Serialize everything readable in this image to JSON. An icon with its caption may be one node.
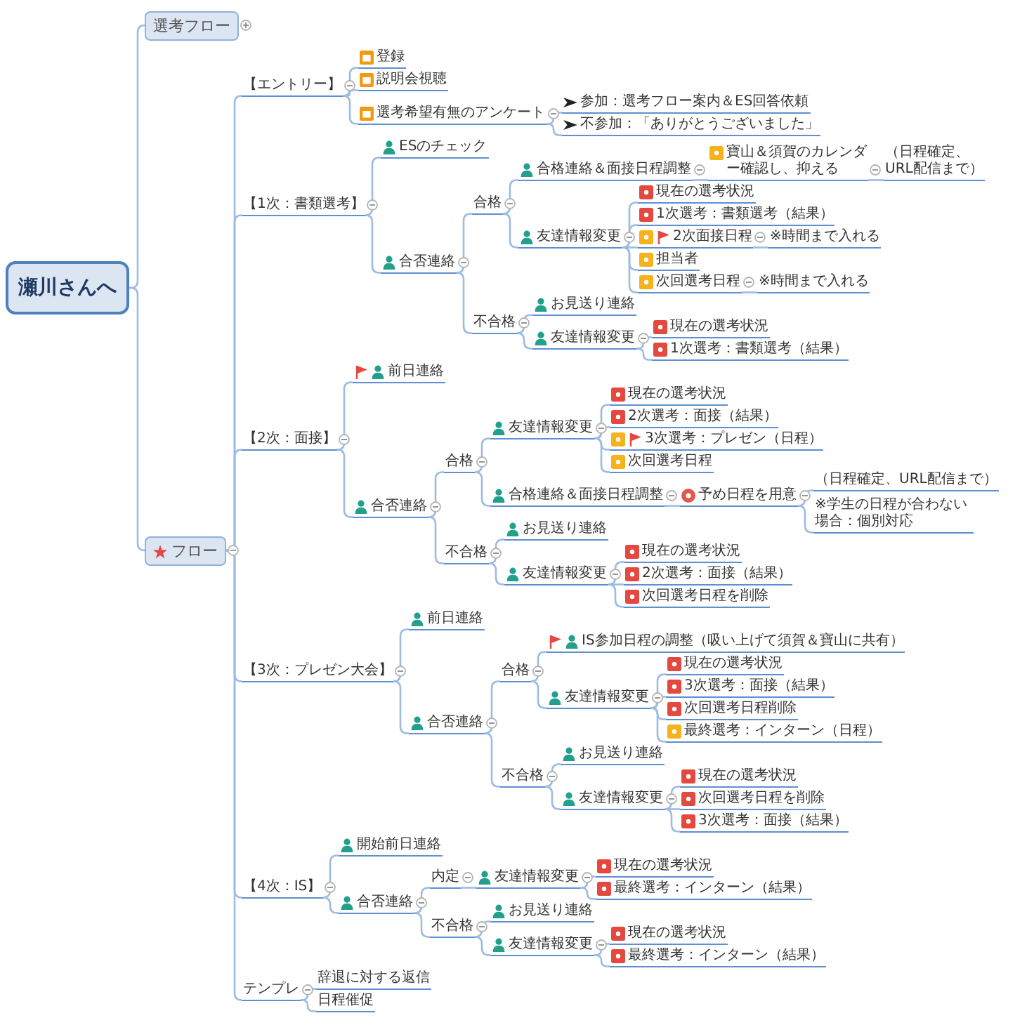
{
  "diagram": {
    "nodes": [
      {
        "text": [
          "瀬川さんへ"
        ]
      },
      {
        "text": [
          "選考フロー"
        ]
      },
      {
        "text": [
          "フロー"
        ]
      },
      {
        "text": [
          "【エントリー】"
        ]
      },
      {
        "text": [
          "登録"
        ]
      },
      {
        "text": [
          "説明会視聴"
        ]
      },
      {
        "text": [
          "選考希望有無のアンケート"
        ]
      },
      {
        "text": [
          "参加：選考フロー案内＆ES回答依頼"
        ]
      },
      {
        "text": [
          "不参加：「ありがとうございました」"
        ]
      },
      {
        "text": [
          "【1次：書類選考】"
        ]
      },
      {
        "text": [
          "ESのチェック"
        ]
      },
      {
        "text": [
          "合否連絡"
        ]
      },
      {
        "text": [
          "合格"
        ]
      },
      {
        "text": [
          "合格連絡＆面接日程調整"
        ]
      },
      {
        "text": [
          "寶山＆須賀のカレンダー確認し、抑える"
        ]
      },
      {
        "text": [
          "（日程確定、URL配信まで）"
        ]
      },
      {
        "text": [
          "友達情報変更"
        ]
      },
      {
        "text": [
          "現在の選考状況"
        ]
      },
      {
        "text": [
          "1次選考：書類選考（結果）"
        ]
      },
      {
        "text": [
          "2次面接日程"
        ]
      },
      {
        "text": [
          "※時間まで入れる"
        ]
      },
      {
        "text": [
          "担当者"
        ]
      },
      {
        "text": [
          "次回選考日程"
        ]
      },
      {
        "text": [
          "※時間まで入れる"
        ]
      },
      {
        "text": [
          "不合格"
        ]
      },
      {
        "text": [
          "お見送り連絡"
        ]
      },
      {
        "text": [
          "友達情報変更"
        ]
      },
      {
        "text": [
          "現在の選考状況"
        ]
      },
      {
        "text": [
          "1次選考：書類選考（結果）"
        ]
      },
      {
        "text": [
          "【2次：面接】"
        ]
      },
      {
        "text": [
          "前日連絡"
        ]
      },
      {
        "text": [
          "合否連絡"
        ]
      },
      {
        "text": [
          "合格"
        ]
      },
      {
        "text": [
          "友達情報変更"
        ]
      },
      {
        "text": [
          "現在の選考状況"
        ]
      },
      {
        "text": [
          "2次選考：面接（結果）"
        ]
      },
      {
        "text": [
          "3次選考：プレゼン（日程）"
        ]
      },
      {
        "text": [
          "次回選考日程"
        ]
      },
      {
        "text": [
          "合格連絡＆面接日程調整"
        ]
      },
      {
        "text": [
          "予め日程を用意"
        ]
      },
      {
        "text": [
          "（日程確定、URL配信まで）"
        ]
      },
      {
        "text": [
          "※学生の日程が合わない場合：個別対応"
        ]
      },
      {
        "text": [
          "不合格"
        ]
      },
      {
        "text": [
          "お見送り連絡"
        ]
      },
      {
        "text": [
          "友達情報変更"
        ]
      },
      {
        "text": [
          "現在の選考状況"
        ]
      },
      {
        "text": [
          "2次選考：面接（結果）"
        ]
      },
      {
        "text": [
          "次回選考日程を削除"
        ]
      },
      {
        "text": [
          "【3次：プレゼン大会】"
        ]
      },
      {
        "text": [
          "前日連絡"
        ]
      },
      {
        "text": [
          "合否連絡"
        ]
      },
      {
        "text": [
          "合格"
        ]
      },
      {
        "text": [
          "IS参加日程の調整（吸い上げて須賀＆寶山に共有）"
        ]
      },
      {
        "text": [
          "友達情報変更"
        ]
      },
      {
        "text": [
          "現在の選考状況"
        ]
      },
      {
        "text": [
          "3次選考：面接（結果）"
        ]
      },
      {
        "text": [
          "次回選考日程削除"
        ]
      },
      {
        "text": [
          "最終選考：インターン（日程）"
        ]
      },
      {
        "text": [
          "不合格"
        ]
      },
      {
        "text": [
          "お見送り連絡"
        ]
      },
      {
        "text": [
          "友達情報変更"
        ]
      },
      {
        "text": [
          "現在の選考状況"
        ]
      },
      {
        "text": [
          "次回選考日程を削除"
        ]
      },
      {
        "text": [
          "3次選考：面接（結果）"
        ]
      },
      {
        "text": [
          "【4次：IS】"
        ]
      },
      {
        "text": [
          "開始前日連絡"
        ]
      },
      {
        "text": [
          "合否連絡"
        ]
      },
      {
        "text": [
          "内定"
        ]
      },
      {
        "text": [
          "友達情報変更"
        ]
      },
      {
        "text": [
          "現在の選考状況"
        ]
      },
      {
        "text": [
          "最終選考：インターン（結果）"
        ]
      },
      {
        "text": [
          "不合格"
        ]
      },
      {
        "text": [
          "お見送り連絡"
        ]
      },
      {
        "text": [
          "友達情報変更"
        ]
      },
      {
        "text": [
          "現在の選考状況"
        ]
      },
      {
        "text": [
          "最終選考：インターン（結果）"
        ]
      },
      {
        "text": [
          "テンプレ"
        ]
      },
      {
        "text": [
          "辞退に対する返信"
        ]
      },
      {
        "text": [
          "日程催促"
        ]
      }
    ],
    "edges": [
      {
        "from": 0,
        "to": 1,
        "arrow": "none"
      },
      {
        "from": 0,
        "to": 2,
        "arrow": "none"
      },
      {
        "from": 2,
        "to": 3,
        "arrow": "none"
      },
      {
        "from": 2,
        "to": 9,
        "arrow": "none"
      },
      {
        "from": 2,
        "to": 29,
        "arrow": "none"
      },
      {
        "from": 2,
        "to": 48,
        "arrow": "none"
      },
      {
        "from": 2,
        "to": 64,
        "arrow": "none"
      },
      {
        "from": 2,
        "to": 76,
        "arrow": "none"
      },
      {
        "from": 3,
        "to": 4,
        "arrow": "none"
      },
      {
        "from": 3,
        "to": 5,
        "arrow": "none"
      },
      {
        "from": 3,
        "to": 6,
        "arrow": "none"
      },
      {
        "from": 6,
        "to": 7,
        "arrow": "none"
      },
      {
        "from": 6,
        "to": 8,
        "arrow": "none"
      },
      {
        "from": 9,
        "to": 10,
        "arrow": "none"
      },
      {
        "from": 9,
        "to": 11,
        "arrow": "none"
      },
      {
        "from": 11,
        "to": 12,
        "arrow": "none"
      },
      {
        "from": 12,
        "to": 13,
        "arrow": "none"
      },
      {
        "from": 13,
        "to": 14,
        "arrow": "none"
      },
      {
        "from": 14,
        "to": 15,
        "arrow": "none"
      },
      {
        "from": 12,
        "to": 16,
        "arrow": "none"
      },
      {
        "from": 16,
        "to": 17,
        "arrow": "none"
      },
      {
        "from": 16,
        "to": 18,
        "arrow": "none"
      },
      {
        "from": 16,
        "to": 19,
        "arrow": "none"
      },
      {
        "from": 19,
        "to": 20,
        "arrow": "none"
      },
      {
        "from": 16,
        "to": 21,
        "arrow": "none"
      },
      {
        "from": 16,
        "to": 22,
        "arrow": "none"
      },
      {
        "from": 22,
        "to": 23,
        "arrow": "none"
      },
      {
        "from": 11,
        "to": 24,
        "arrow": "none"
      },
      {
        "from": 24,
        "to": 25,
        "arrow": "none"
      },
      {
        "from": 24,
        "to": 26,
        "arrow": "none"
      },
      {
        "from": 26,
        "to": 27,
        "arrow": "none"
      },
      {
        "from": 26,
        "to": 28,
        "arrow": "none"
      },
      {
        "from": 29,
        "to": 30,
        "arrow": "none"
      },
      {
        "from": 29,
        "to": 31,
        "arrow": "none"
      },
      {
        "from": 31,
        "to": 32,
        "arrow": "none"
      },
      {
        "from": 32,
        "to": 33,
        "arrow": "none"
      },
      {
        "from": 33,
        "to": 34,
        "arrow": "none"
      },
      {
        "from": 33,
        "to": 35,
        "arrow": "none"
      },
      {
        "from": 33,
        "to": 36,
        "arrow": "none"
      },
      {
        "from": 33,
        "to": 37,
        "arrow": "none"
      },
      {
        "from": 32,
        "to": 38,
        "arrow": "none"
      },
      {
        "from": 38,
        "to": 39,
        "arrow": "none"
      },
      {
        "from": 39,
        "to": 40,
        "arrow": "none"
      },
      {
        "from": 39,
        "to": 41,
        "arrow": "none"
      },
      {
        "from": 31,
        "to": 42,
        "arrow": "none"
      },
      {
        "from": 42,
        "to": 43,
        "arrow": "none"
      },
      {
        "from": 42,
        "to": 44,
        "arrow": "none"
      },
      {
        "from": 44,
        "to": 45,
        "arrow": "none"
      },
      {
        "from": 44,
        "to": 46,
        "arrow": "none"
      },
      {
        "from": 44,
        "to": 47,
        "arrow": "none"
      },
      {
        "from": 48,
        "to": 49,
        "arrow": "none"
      },
      {
        "from": 48,
        "to": 50,
        "arrow": "none"
      },
      {
        "from": 50,
        "to": 51,
        "arrow": "none"
      },
      {
        "from": 51,
        "to": 52,
        "arrow": "none"
      },
      {
        "from": 51,
        "to": 53,
        "arrow": "none"
      },
      {
        "from": 53,
        "to": 54,
        "arrow": "none"
      },
      {
        "from": 53,
        "to": 55,
        "arrow": "none"
      },
      {
        "from": 53,
        "to": 56,
        "arrow": "none"
      },
      {
        "from": 53,
        "to": 57,
        "arrow": "none"
      },
      {
        "from": 50,
        "to": 58,
        "arrow": "none"
      },
      {
        "from": 58,
        "to": 59,
        "arrow": "none"
      },
      {
        "from": 58,
        "to": 60,
        "arrow": "none"
      },
      {
        "from": 60,
        "to": 61,
        "arrow": "none"
      },
      {
        "from": 60,
        "to": 62,
        "arrow": "none"
      },
      {
        "from": 60,
        "to": 63,
        "arrow": "none"
      },
      {
        "from": 64,
        "to": 65,
        "arrow": "none"
      },
      {
        "from": 64,
        "to": 66,
        "arrow": "none"
      },
      {
        "from": 66,
        "to": 67,
        "arrow": "none"
      },
      {
        "from": 67,
        "to": 68,
        "arrow": "none"
      },
      {
        "from": 68,
        "to": 69,
        "arrow": "none"
      },
      {
        "from": 68,
        "to": 70,
        "arrow": "none"
      },
      {
        "from": 66,
        "to": 71,
        "arrow": "none"
      },
      {
        "from": 71,
        "to": 72,
        "arrow": "none"
      },
      {
        "from": 71,
        "to": 73,
        "arrow": "none"
      },
      {
        "from": 73,
        "to": 74,
        "arrow": "none"
      },
      {
        "from": 73,
        "to": 75,
        "arrow": "none"
      },
      {
        "from": 76,
        "to": 77,
        "arrow": "none"
      },
      {
        "from": 76,
        "to": 78,
        "arrow": "none"
      }
    ]
  }
}
